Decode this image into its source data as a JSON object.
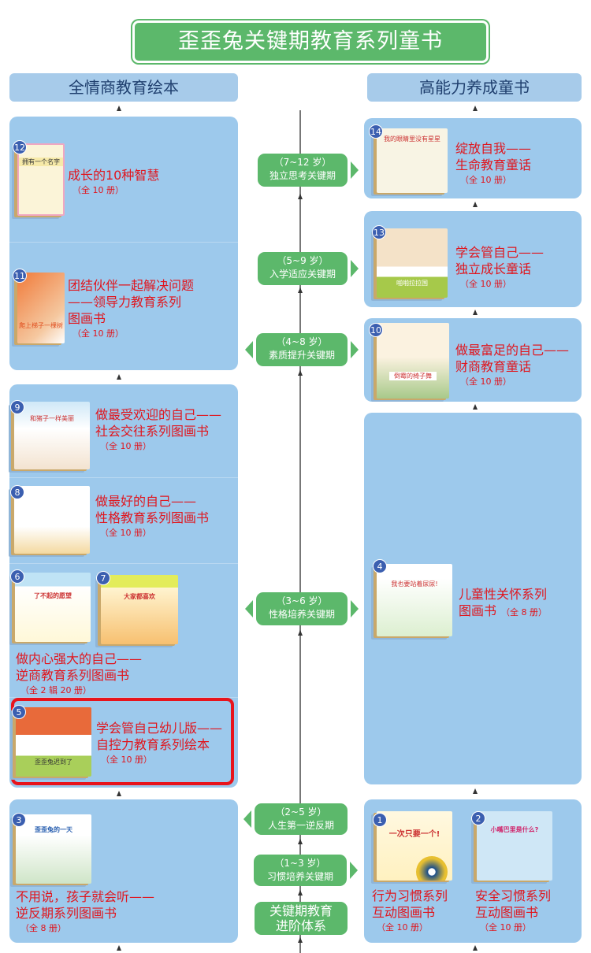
{
  "title": "歪歪兔关键期教育系列童书",
  "left_header": "全情商教育绘本",
  "right_header": "高能力养成童书",
  "ages": [
    {
      "range": "（7~12 岁）",
      "name": "独立思考关键期"
    },
    {
      "range": "（5~9 岁）",
      "name": "入学适应关键期"
    },
    {
      "range": "（4~8 岁）",
      "name": "素质提升关键期"
    },
    {
      "range": "（3~6 岁）",
      "name": "性格培养关键期"
    },
    {
      "range": "（2~5 岁）",
      "name": "人生第一逆反期"
    },
    {
      "range": "（1~3 岁）",
      "name": "习惯培养关键期"
    }
  ],
  "system_label": [
    "关键期教育",
    "进阶体系"
  ],
  "books": {
    "b12": {
      "num": "12",
      "l1": "成长的10种智慧",
      "count": "（全 10 册）",
      "cover": "拥有一个名字"
    },
    "b11": {
      "num": "11",
      "l1": "团结伙伴一起解决问题",
      "l2": "——领导力教育系列",
      "l3": "图画书",
      "count": "（全 10 册）",
      "cover": "爬上梯子一棵树"
    },
    "b9": {
      "num": "9",
      "l1": "做最受欢迎的自己——",
      "l2": "社会交往系列图画书",
      "count": "（全 10 册）",
      "cover": "和猪子一样美丽"
    },
    "b8": {
      "num": "8",
      "l1": "做最好的自己——",
      "l2": "性格教育系列图画书",
      "count": "（全 10 册）"
    },
    "b6": {
      "num": "6",
      "cover": "了不起的愿望"
    },
    "b7": {
      "num": "7",
      "cover": "大家都喜欢"
    },
    "b67": {
      "l1": "做内心强大的自己——",
      "l2": "逆商教育系列图画书",
      "count": "（全 2 辑 20 册）"
    },
    "b5": {
      "num": "5",
      "l1": "学会管自己幼儿版——",
      "l2": "自控力教育系列绘本",
      "count": "（全 10 册）",
      "cover": "歪歪兔迟到了"
    },
    "b3": {
      "num": "3",
      "l1": "不用说，孩子就会听——",
      "l2": "逆反期系列图画书",
      "count": "（全 8 册）",
      "cover": "歪歪兔的一天"
    },
    "b14": {
      "num": "14",
      "l1": "绽放自我——",
      "l2": "生命教育童话",
      "count": "（全 10 册）",
      "cover": "我的眼睛里没有星星"
    },
    "b13": {
      "num": "13",
      "l1": "学会管自己——",
      "l2": "独立成长童话",
      "count": "（全 10 册）",
      "cover": "啪啪拉拉国"
    },
    "b10": {
      "num": "10",
      "l1": "做最富足的自己——",
      "l2": "财商教育童话",
      "count": "（全 10 册）",
      "cover": "倒霉的椅子舞"
    },
    "b4": {
      "num": "4",
      "l1": "儿童性关怀系列",
      "l2": "图画书",
      "count": "（全 8 册）",
      "cover": "我也要站着尿尿!"
    },
    "b1": {
      "num": "1",
      "l1": "行为习惯系列",
      "l2": "互动图画书",
      "count": "（全 10 册）",
      "cover": "一次只要一个!"
    },
    "b2": {
      "num": "2",
      "l1": "安全习惯系列",
      "l2": "互动图画书",
      "count": "（全 10 册）",
      "cover": "小嘴巴里是什么?"
    }
  }
}
